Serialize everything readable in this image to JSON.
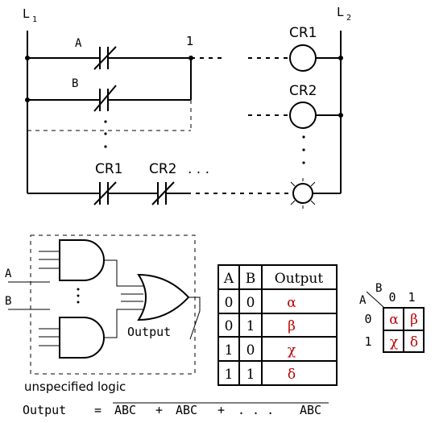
{
  "ladder": {
    "rail_left": "L",
    "rail_left_sub": "1",
    "rail_right": "L",
    "rail_right_sub": "2",
    "contact_a": "A",
    "contact_b": "B",
    "node_1": "1",
    "coil_1": "CR1",
    "coil_2": "CR2",
    "contact_cr1": "CR1",
    "contact_cr2": "CR2",
    "ellipsis_vertical": ".",
    "ellipsis_h": ". . ."
  },
  "logic": {
    "input_a": "A",
    "input_b": "B",
    "output_label": "Output",
    "box_caption": "unspecified logic",
    "vertical_dots": ":"
  },
  "truth_table": {
    "headers": [
      "A",
      "B",
      "Output"
    ],
    "rows": [
      [
        "0",
        "0",
        "α"
      ],
      [
        "0",
        "1",
        "β"
      ],
      [
        "1",
        "0",
        "χ"
      ],
      [
        "1",
        "1",
        "δ"
      ]
    ]
  },
  "kmap": {
    "var_a": "A",
    "var_b": "B",
    "col_labels": [
      "0",
      "1"
    ],
    "row_labels": [
      "0",
      "1"
    ],
    "cells": [
      [
        "α",
        "β"
      ],
      [
        "χ",
        "δ"
      ]
    ]
  },
  "equation": {
    "lhs": "Output",
    "eq": "=",
    "term1": "ABC",
    "plus1": "+",
    "term2": "ABC",
    "plus2": "+",
    "dots": ". . .",
    "term3": "ABC"
  },
  "colors": {
    "greek": "#c00000",
    "line": "#000000"
  }
}
